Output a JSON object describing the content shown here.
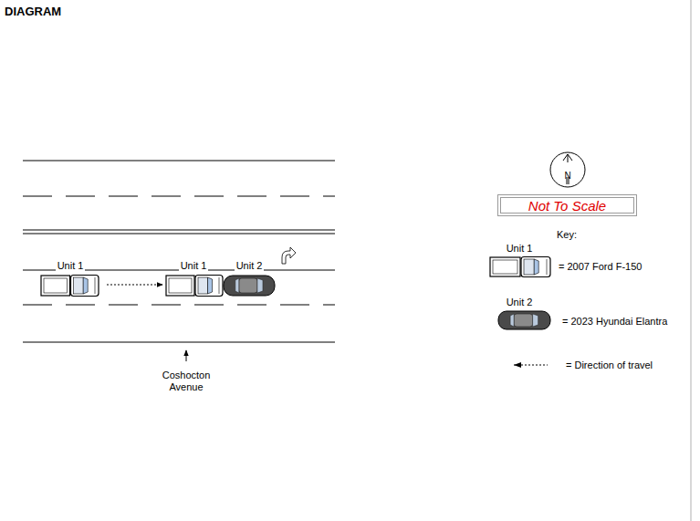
{
  "diagram": {
    "title": "DIAGRAM",
    "nodes": [
      {
        "text": [
          "N"
        ]
      },
      {
        "text": [
          "Not To Scale"
        ]
      }
    ],
    "labels": [
      "Unit 1",
      "Unit 1",
      "Unit 2",
      "Coshocton Avenue",
      "Key:",
      "Unit 1",
      "Unit 2"
    ],
    "legend": [
      {
        "text": "= 2007 Ford F-150"
      },
      {
        "text": "= 2023 Hyundai Elantra"
      },
      {
        "text": "= Direction of travel"
      }
    ]
  }
}
